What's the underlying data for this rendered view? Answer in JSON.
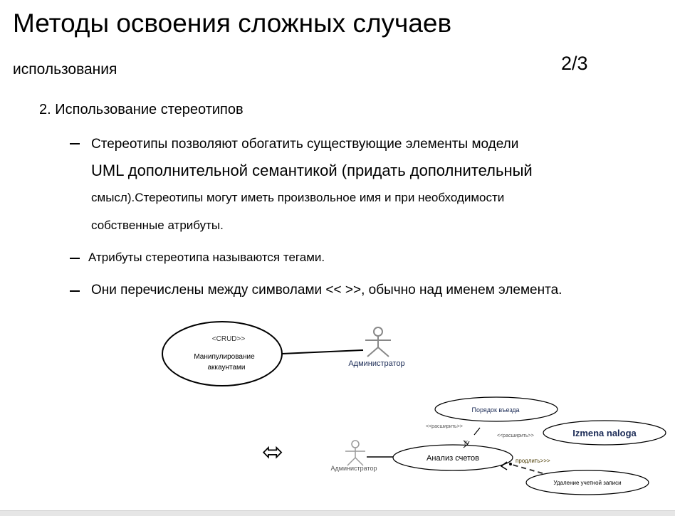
{
  "slide": {
    "title": "Методы освоения сложных случаев",
    "subtitle": "использования",
    "page_number": "2/3",
    "heading": "2. Использование стереотипов",
    "bullet1": {
      "line1": "Стереотипы позволяют обогатить существующие элементы модели",
      "line2": "UML дополнительной семантикой (придать дополнительный",
      "line3": "смысл).Стереотипы могут иметь произвольное имя и при необходимости",
      "line4": "собственные атрибуты."
    },
    "bullet2": "Атрибуты стереотипа называются тегами.",
    "bullet3": "Они перечислены между символами << >>, обычно над именем элемента."
  },
  "diagram1": {
    "stereotype": "<CRUD>>",
    "usecase_line1": "Манипулирование",
    "usecase_line2": "аккаунтами",
    "actor": "Администратор"
  },
  "diagram2": {
    "usecase_entry": "Порядок въезда",
    "usecase_tax": "Izmena naloga",
    "usecase_analysis": "Анализ счетов",
    "usecase_delete": "Удаление учетной записи",
    "extend_label1": "<<расширить>>",
    "extend_label2": "<<расширить>>",
    "extend_point": "K",
    "prolong_label": "продлить>>>",
    "actor": "Администратор"
  },
  "arrow_symbol": "⬄"
}
